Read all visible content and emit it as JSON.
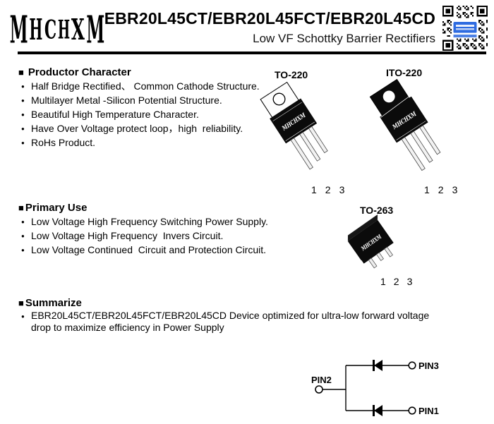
{
  "header": {
    "logo_text": "MHCHXM",
    "title": "EBR20L45CT/EBR20L45FCT/EBR20L45CD",
    "subtitle": "Low VF Schottky Barrier Rectifiers"
  },
  "glyphs": {
    "heading_square": "■",
    "bullet_dot": "●"
  },
  "sections": {
    "productor_character": {
      "heading": "Productor Character",
      "bullets": [
        "Half Bridge Rectified、 Common Cathode Structure.",
        "Multilayer Metal -Silicon Potential Structure.",
        "Beautiful High Temperature Character.",
        "Have Over Voltage protect loop，high  reliability.",
        "RoHs Product."
      ]
    },
    "primary_use": {
      "heading": "Primary Use",
      "bullets": [
        "Low Voltage High Frequency Switching Power Supply.",
        "Low Voltage High Frequency  Invers Circuit.",
        "Low Voltage Continued  Circuit and Protection Circuit."
      ]
    },
    "summarize": {
      "heading": "Summarize",
      "bullets": [
        "EBR20L45CT/EBR20L45FCT/EBR20L45CD Device optimized for ultra-low forward voltage drop to maximize efficiency in Power Supply"
      ]
    }
  },
  "packages": {
    "to220": {
      "label": "TO-220",
      "marking": "MHCHXM",
      "pins": [
        "1",
        "2",
        "3"
      ]
    },
    "ito220": {
      "label": "ITO-220",
      "marking": "MHCHXM",
      "pins": [
        "1",
        "2",
        "3"
      ]
    },
    "to263": {
      "label": "TO-263",
      "marking": "MHCHXM",
      "pins": [
        "1",
        "2",
        "3"
      ]
    }
  },
  "circuit": {
    "common_pin": "PIN2",
    "top_pin": "PIN3",
    "bottom_pin": "PIN1"
  },
  "colors": {
    "ink": "#000000",
    "qr_logo_blue": "#2e6be0",
    "package_body": "#0b0b0b"
  }
}
